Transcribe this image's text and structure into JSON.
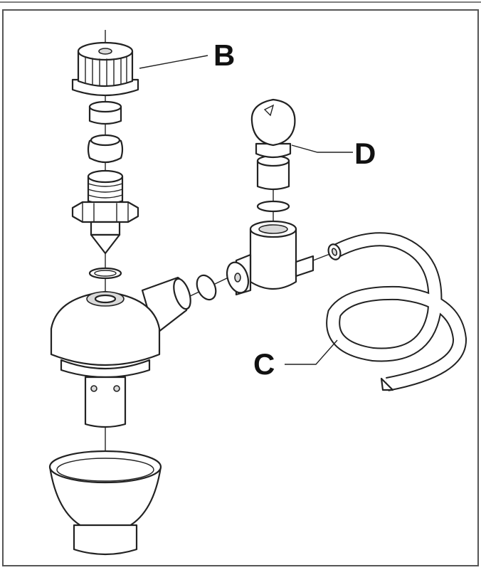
{
  "callouts": {
    "b": "B",
    "c": "C",
    "d": "D"
  },
  "colors": {
    "line": "#222222",
    "fill": "#ffffff",
    "shade": "#d9d9d9",
    "frame": "#555555"
  }
}
